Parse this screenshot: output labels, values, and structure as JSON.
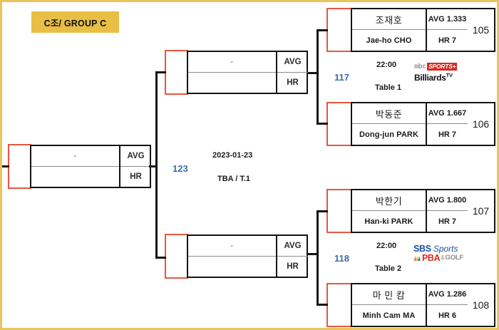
{
  "title": {
    "text": "C조/ GROUP C",
    "bg_color": "#E8BE45"
  },
  "colors": {
    "page_border": "#E8C55C",
    "bracket_red": "#E8563F",
    "match_number": "#3D6FA8",
    "box_border": "#141414"
  },
  "labels": {
    "avg": "AVG",
    "hr": "HR",
    "empty": "-"
  },
  "final": {
    "match_slot": "final",
    "player_ko": "-",
    "player_en": "",
    "avg_label": "AVG",
    "hr_label": "HR"
  },
  "semifinals": [
    {
      "position": "top",
      "player_ko": "-",
      "player_en": "",
      "avg_label": "AVG",
      "hr_label": "HR"
    },
    {
      "position": "bottom",
      "player_ko": "-",
      "player_en": "",
      "avg_label": "AVG",
      "hr_label": "HR"
    }
  ],
  "center_match": {
    "number": "123",
    "date": "2023-01-23",
    "table": "TBA / T.1"
  },
  "matches": [
    {
      "number": "117",
      "time": "22:00",
      "table": "Table 1",
      "broadcaster": "mbc-sports-billiards-tv",
      "players": [
        {
          "name_ko": "조재호",
          "name_en": "Jae-ho CHO",
          "avg": "AVG 1.333",
          "hr": "HR 7",
          "rank": "105"
        },
        {
          "name_ko": "박동준",
          "name_en": "Dong-jun PARK",
          "avg": "AVG 1.667",
          "hr": "HR 7",
          "rank": "106"
        }
      ]
    },
    {
      "number": "118",
      "time": "22:00",
      "table": "Table 2",
      "broadcaster": "sbs-sports-pba-golf",
      "players": [
        {
          "name_ko": "박한기",
          "name_en": "Han-ki PARK",
          "avg": "AVG 1.800",
          "hr": "HR 7",
          "rank": "107"
        },
        {
          "name_ko": "마 민 캄",
          "name_en": "Minh Cam MA",
          "avg": "AVG 1.286",
          "hr": "HR 6",
          "rank": "108"
        }
      ]
    }
  ],
  "broadcast_logos": {
    "mbc": {
      "brand": "mbc",
      "sub": "SPORTS+",
      "second_line": "Billiards",
      "second_sup": "TV"
    },
    "sbs": {
      "brand": "SBS",
      "sub": "Sports",
      "second": "PBA",
      "amp": "&",
      "golf": "GOLF"
    }
  }
}
